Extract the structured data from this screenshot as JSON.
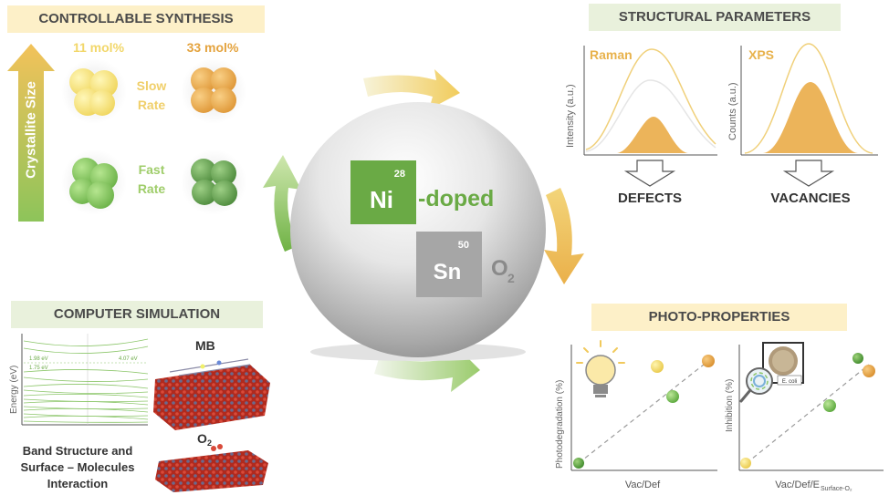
{
  "synthesis": {
    "title": "CONTROLLABLE SYNTHESIS",
    "axis_label": "Crystallite Size",
    "conc_low": "11 mol%",
    "conc_high": "33 mol%",
    "slow_rate": "Slow\nRate",
    "fast_rate": "Fast\nRate"
  },
  "center": {
    "ni_number": "28",
    "ni_symbol": "Ni",
    "doped": "-doped",
    "sn_number": "50",
    "sn_symbol": "Sn",
    "o2": "O",
    "o2_sub": "2"
  },
  "structural": {
    "title": "STRUCTURAL PARAMETERS",
    "raman_label": "Raman",
    "raman_ylabel": "Intensity (a.u.)",
    "xps_label": "XPS",
    "xps_ylabel": "Counts (a.u.)",
    "defects": "DEFECTS",
    "vacancies": "VACANCIES"
  },
  "simulation": {
    "title": "COMPUTER SIMULATION",
    "ylabel": "Energy (eV)",
    "gap1": "1.98 eV",
    "gap2": "1.75 eV",
    "gap3": "4.07 eV",
    "mb_label": "MB",
    "o2_label": "O",
    "o2_sub": "2",
    "caption": "Band Structure and\nSurface – Molecules\nInteraction"
  },
  "photo": {
    "title": "PHOTO-PROPERTIES",
    "left_ylabel": "Photodegradation (%)",
    "left_xlabel": "Vac/Def",
    "right_ylabel": "Inhibition (%)",
    "right_xlabel": "Vac/Def/E",
    "right_xlabel_sub": "Surface-O₂",
    "ecoli": "E. coli"
  },
  "colors": {
    "yellow": "#f6e27a",
    "orange": "#eaa743",
    "green": "#7cc45a",
    "darkgreen": "#5c9a45",
    "ni_box": "#6aaa45",
    "sn_box": "#a4a4a4"
  }
}
